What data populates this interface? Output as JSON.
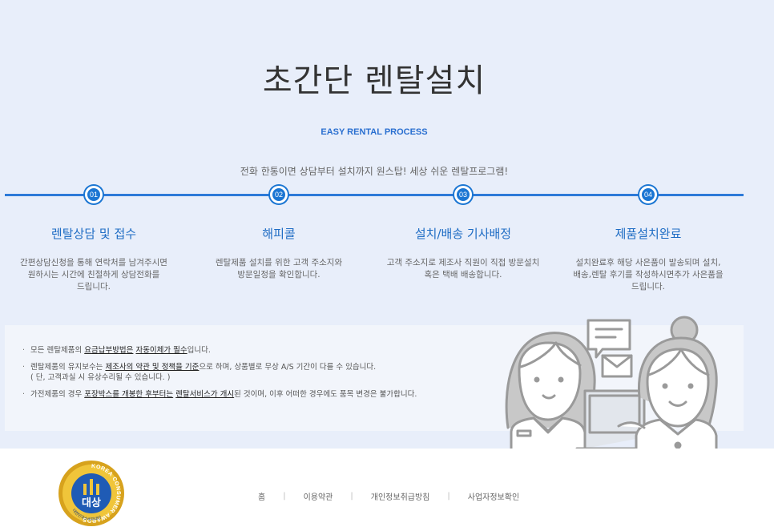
{
  "process": {
    "title": "초간단 렌탈설치",
    "subtitle": "EASY RENTAL PROCESS",
    "tagline": "전화 한통이면 상담부터 설치까지 원스탑! 세상 쉬운 렌탈프로그램!",
    "accent_color": "#1b76d3",
    "steps": [
      {
        "num": "01",
        "title": "렌탈상담 및 접수",
        "desc_lines": [
          "간편상담신청을 통해 연락처를 남겨주시면",
          "원하시는 시간에 친절하게 상담전화를",
          "드립니다."
        ]
      },
      {
        "num": "02",
        "title": "해피콜",
        "desc_lines": [
          "렌탈제품 설치를 위한 고객 주소지와",
          "방문일정을 확인합니다."
        ]
      },
      {
        "num": "03",
        "title": "설치/배송 기사배정",
        "desc_lines": [
          "고객 주소지로 제조사 직원이 직접 방문설치",
          "혹은 택배 배송합니다."
        ]
      },
      {
        "num": "04",
        "title": "제품설치완료",
        "desc_lines": [
          "설치완료후 해당 사은품이 발송되며 설치,",
          "배송,렌탈 후기를 작성하시면추가 사은품을",
          "드립니다."
        ]
      }
    ]
  },
  "notices": {
    "n1": {
      "pre": "모든 렌탈제품의 ",
      "u1": "요금납부방법은",
      "mid": " ",
      "u2": "자동이체가 필수",
      "post": "입니다."
    },
    "n2": {
      "pre": "렌탈제품의 유지보수는 ",
      "u1": "제조사의 약관 및 정책을 기준",
      "post": "으로 하며, 상품별로 무상 A/S 기간이 다를 수 있습니다.",
      "sub": "( 단, 고객과실 시 유상수리될 수 있습니다. )"
    },
    "n3": {
      "pre": "가전제품의 경우 ",
      "u1": "포장박스를 개봉한 후부터는",
      "mid": " ",
      "u2": "렌탈서비스가 개시",
      "post": "된 것이며, 이후 어떠한 경우에도 품목 변경은 불가합니다."
    }
  },
  "footer": {
    "badge": {
      "ring_text": "KOREA CONSUMER AWARDS",
      "main": "대상",
      "bottom": "대한민국소비자대상"
    },
    "links": [
      "홈",
      "이용약관",
      "개인정보취급방침",
      "사업자정보확인"
    ]
  }
}
